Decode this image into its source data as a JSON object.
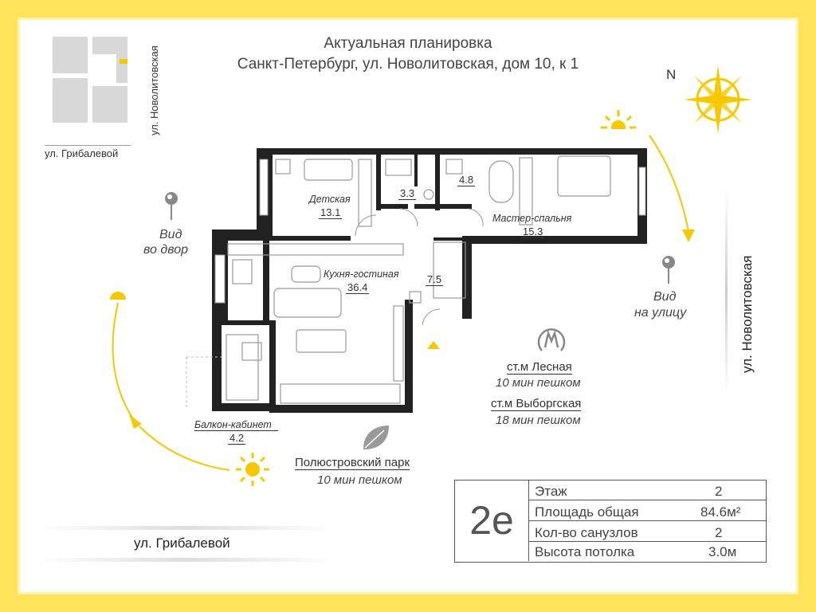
{
  "title": {
    "line1": "Актуальная планировка",
    "line2": "Санкт-Петербург, ул. Новолитовская, дом 10, к 1"
  },
  "compass": {
    "north": "N"
  },
  "streets": {
    "top_left_vertical": "ул. Новолитовская",
    "top_left_horizontal": "ул. Грибалевой",
    "right_vertical": "ул. Новолитовская",
    "bottom": "ул. Грибалевой"
  },
  "views": {
    "yard_line1": "Вид",
    "yard_line2": "во двор",
    "street_line1": "Вид",
    "street_line2": "на улицу"
  },
  "rooms": [
    {
      "name": "Детская",
      "area": "13.1"
    },
    {
      "name": "",
      "area": "3.3"
    },
    {
      "name": "",
      "area": "4.8"
    },
    {
      "name": "Мастер-спальня",
      "area": "15.3"
    },
    {
      "name": "Кухня-гостиная",
      "area": "36.4"
    },
    {
      "name": "",
      "area": "7.5"
    },
    {
      "name": "Балкон-кабинет",
      "area": "4.2"
    }
  ],
  "metro": [
    {
      "station": "ст.м Лесная",
      "time": "10 мин пешком"
    },
    {
      "station": "ст.м Выборгская",
      "time": "18 мин пешком"
    }
  ],
  "park": {
    "name": "Полюстровский парк",
    "time": "10 мин пешком"
  },
  "info": {
    "code": "2e",
    "rows": [
      {
        "label": "Этаж",
        "value": "2"
      },
      {
        "label": "Площадь общая",
        "value": "84.6м²"
      },
      {
        "label": "Кол-во санузлов",
        "value": "2"
      },
      {
        "label": "Высота потолка",
        "value": "3.0м"
      }
    ]
  },
  "colors": {
    "frame": "#ffe35a",
    "accent": "#f5c800",
    "wall": "#222222"
  }
}
